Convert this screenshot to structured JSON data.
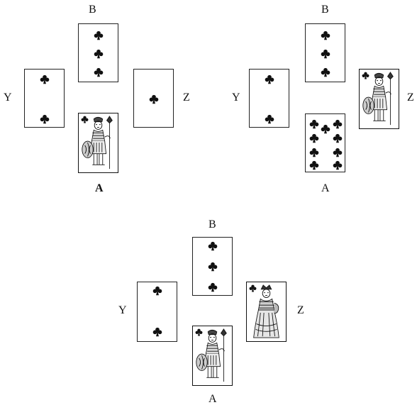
{
  "diagrams": [
    {
      "positions": {
        "top": "B",
        "left": "Y",
        "right": "Z",
        "bottom": "A"
      },
      "cards": {
        "B": {
          "rank": "3",
          "suit": "clubs"
        },
        "Y": {
          "rank": "2",
          "suit": "clubs"
        },
        "Z": {
          "rank": "A",
          "suit": "clubs"
        },
        "A": {
          "rank": "J",
          "suit": "clubs"
        }
      }
    },
    {
      "positions": {
        "top": "B",
        "left": "Y",
        "right": "Z",
        "bottom": "A"
      },
      "cards": {
        "B": {
          "rank": "3",
          "suit": "clubs"
        },
        "Y": {
          "rank": "2",
          "suit": "clubs"
        },
        "Z": {
          "rank": "J",
          "suit": "clubs"
        },
        "A": {
          "rank": "9",
          "suit": "clubs"
        }
      }
    },
    {
      "positions": {
        "top": "B",
        "left": "Y",
        "right": "Z",
        "bottom": "A"
      },
      "cards": {
        "B": {
          "rank": "3",
          "suit": "clubs"
        },
        "Y": {
          "rank": "2",
          "suit": "clubs"
        },
        "Z": {
          "rank": "Q",
          "suit": "clubs"
        },
        "A": {
          "rank": "J",
          "suit": "clubs"
        }
      }
    }
  ],
  "icons": {
    "suit": "club-icon",
    "jack": "jack-figure",
    "queen": "queen-figure"
  }
}
